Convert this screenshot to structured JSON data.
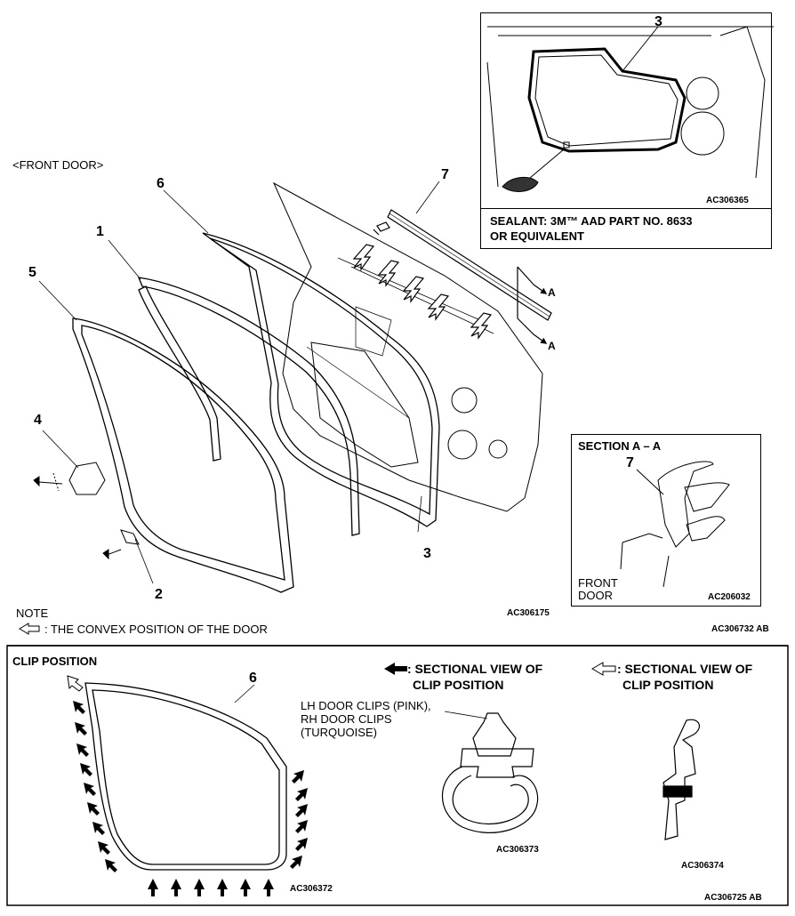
{
  "top": {
    "front_door_label": "<FRONT DOOR>",
    "callouts": {
      "n1": "1",
      "n2": "2",
      "n3_main": "3",
      "n4": "4",
      "n5": "5",
      "n6": "6",
      "n7": "7"
    },
    "section_marks": {
      "a_upper": "A",
      "a_lower": "A"
    },
    "note_title": "NOTE",
    "note_text": ": THE CONVEX POSITION OF THE DOOR",
    "main_code": "AC306175",
    "panel_code": "AC306732 AB"
  },
  "sealant_inset": {
    "callout": "3",
    "code": "AC306365",
    "sealant_line1": "SEALANT: 3M™ AAD PART NO. 8633",
    "sealant_line2": "OR EQUIVALENT"
  },
  "section_inset": {
    "title": "SECTION A – A",
    "callout": "7",
    "front_line1": "FRONT",
    "front_line2": "DOOR",
    "code": "AC206032"
  },
  "bottom": {
    "clip_position": "CLIP POSITION",
    "callout6": "6",
    "code_weatherstrip": "AC306372",
    "filled_heading_line1": ": SECTIONAL VIEW OF",
    "filled_heading_line2": "CLIP POSITION",
    "clip_color_line1": "LH DOOR CLIPS (PINK),",
    "clip_color_line2": "RH DOOR CLIPS",
    "clip_color_line3": "(TURQUOISE)",
    "code_clip1": "AC306373",
    "open_heading_line1": ": SECTIONAL VIEW OF",
    "open_heading_line2": "CLIP POSITION",
    "code_clip2": "AC306374",
    "panel_code": "AC306725 AB"
  }
}
